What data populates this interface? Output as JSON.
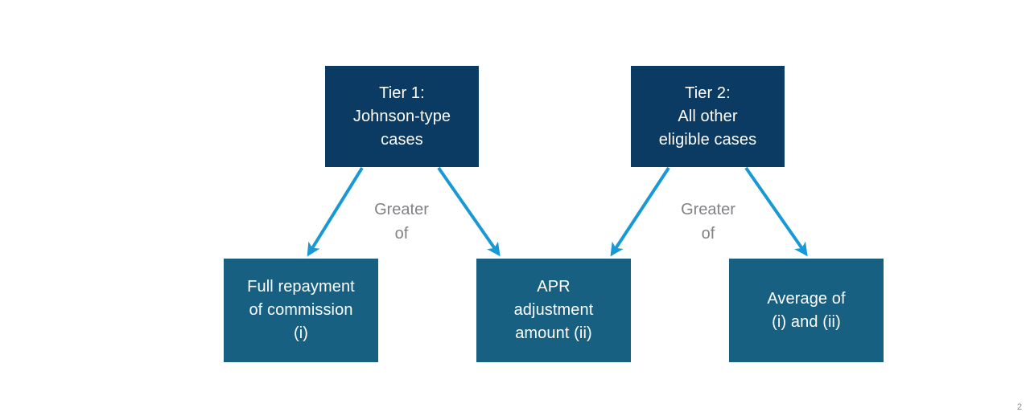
{
  "slide": {
    "background_color": "#ffffff",
    "page_number": "2"
  },
  "palette": {
    "tier_box": "#0b3a63",
    "outcome_box": "#176081",
    "arrow": "#1899d6",
    "label_text": "#808285",
    "box_text": "#ffffff"
  },
  "nodes": {
    "tier1": {
      "label": "Tier 1:\nJohnson-type\ncases",
      "type": "tier"
    },
    "tier2": {
      "label": "Tier 2:\nAll other\neligible cases",
      "type": "tier"
    },
    "full_repayment": {
      "label": "Full repayment\nof commission\n(i)",
      "type": "outcome"
    },
    "apr_adjustment": {
      "label": "APR\nadjustment\namount (ii)",
      "type": "outcome"
    },
    "average": {
      "label": "Average of\n(i) and (ii)",
      "type": "outcome"
    }
  },
  "edges": {
    "tier1_label": "Greater\nof",
    "tier2_label": "Greater\nof",
    "connections": [
      {
        "from": "tier1",
        "to": "full_repayment"
      },
      {
        "from": "tier1",
        "to": "apr_adjustment"
      },
      {
        "from": "tier2",
        "to": "apr_adjustment"
      },
      {
        "from": "tier2",
        "to": "average"
      }
    ]
  }
}
